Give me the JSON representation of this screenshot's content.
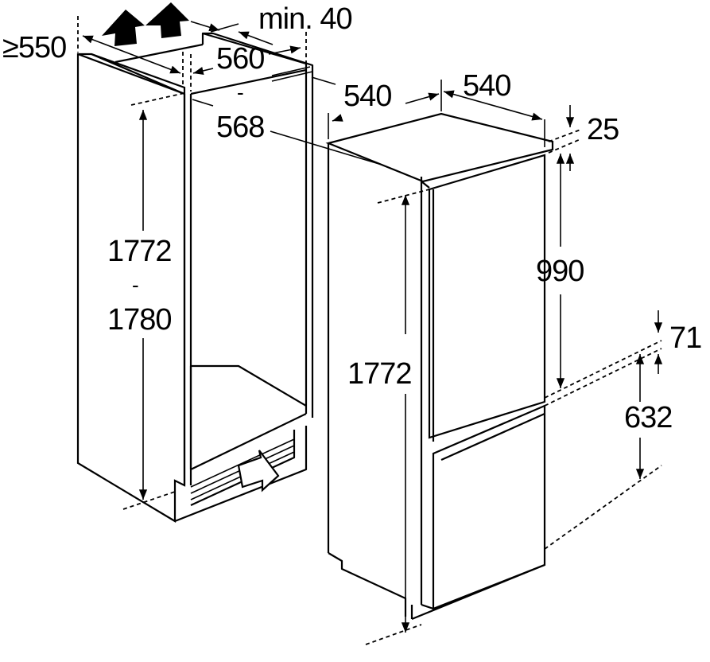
{
  "labels": {
    "niche_depth": "≥550",
    "vent_gap": "min. 40",
    "niche_width_min": "560",
    "niche_width_sep": "-",
    "niche_width_max": "568",
    "appliance_depth": "540",
    "appliance_width": "540",
    "top_offset": "25",
    "niche_height_min": "1772",
    "niche_height_sep": "-",
    "niche_height_max": "1780",
    "upper_door_height": "990",
    "appliance_height": "1772",
    "door_gap": "71",
    "lower_door_height": "632"
  },
  "colors": {
    "line": "#000000",
    "background": "#ffffff"
  }
}
